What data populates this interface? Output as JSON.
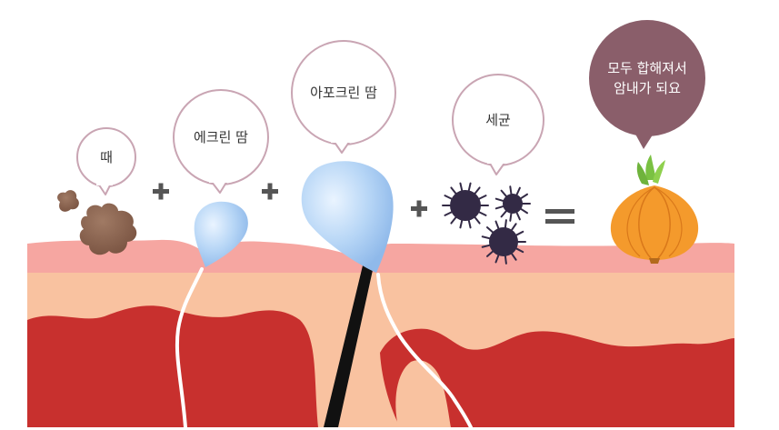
{
  "labels": {
    "dirt": "때",
    "eccrine_sweat": "에크린 땀",
    "apocrine_sweat": "아포크린 땀",
    "bacteria": "세균",
    "result_line1": "모두 합해져서",
    "result_line2": "암내가 되요"
  },
  "operators": {
    "plus": "+",
    "equals": "="
  },
  "colors": {
    "bubble_outline": "#c9a5b3",
    "result_bubble": "#8a5e6a",
    "skin_surface": "#f6a49f",
    "dermis": "#f9c4a0",
    "tissue": "#c9302d",
    "droplet": "#a9cdf3",
    "bacteria": "#332a45",
    "dirt": "#8c6450",
    "onion": "#f49a2c",
    "operator": "#555555"
  }
}
